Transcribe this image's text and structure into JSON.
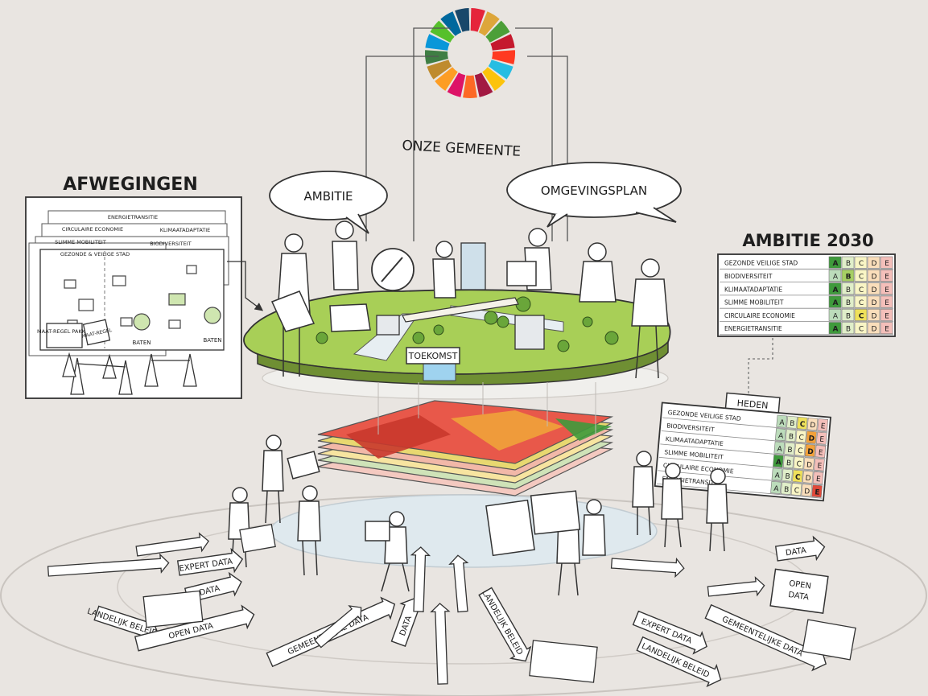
{
  "title": "ONZE GEMEENTE",
  "sdg_colors": [
    "#e5243b",
    "#dda63a",
    "#4c9f38",
    "#c5192d",
    "#ff3a21",
    "#26bde2",
    "#fcc30b",
    "#a21942",
    "#fd6925",
    "#dd1367",
    "#fd9d24",
    "#bf8b2e",
    "#3f7e44",
    "#0a97d9",
    "#56c02b",
    "#00689d",
    "#19486a"
  ],
  "afwegingen": {
    "heading": "AFWEGINGEN",
    "sheet_labels": [
      "ENERGIETRANSITIE",
      "CIRCULAIRE ECONOMIE",
      "SLIMME MOBILITEIT",
      "KLIMAATADAPTATIE",
      "BIODIVERSITEIT",
      "GEZONDE & VEILIGE STAD"
    ],
    "card_1": "MAAT-REGEL PAKKET",
    "card_2": "MAAT-REGEL",
    "baten": "BATEN"
  },
  "bubbles": {
    "ambitie": "AMBITIE",
    "omgevingsplan": "OMGEVINGSPLAN"
  },
  "toekomst_label": "TOEKOMST",
  "grade_letters": [
    "A",
    "B",
    "C",
    "D",
    "E"
  ],
  "ambitie_2030": {
    "heading": "AMBITIE 2030",
    "rows": [
      {
        "label": "GEZONDE VEILIGE STAD",
        "grade": "A"
      },
      {
        "label": "BIODIVERSITEIT",
        "grade": "B"
      },
      {
        "label": "KLIMAATADAPTATIE",
        "grade": "A"
      },
      {
        "label": "SLIMME MOBILITEIT",
        "grade": "A"
      },
      {
        "label": "CIRCULAIRE ECONOMIE",
        "grade": "C"
      },
      {
        "label": "ENERGIETRANSITIE",
        "grade": "A"
      }
    ]
  },
  "heden": {
    "heading": "HEDEN",
    "rows": [
      {
        "label": "GEZONDE VEILIGE STAD",
        "grade": "C"
      },
      {
        "label": "BIODIVERSITEIT",
        "grade": "D"
      },
      {
        "label": "KLIMAATADAPTATIE",
        "grade": "D"
      },
      {
        "label": "SLIMME MOBILITEIT",
        "grade": "A"
      },
      {
        "label": "CIRCULAIRE ECONOMIE",
        "grade": "C"
      },
      {
        "label": "ENERGIETRANSITIE",
        "grade": "E"
      }
    ]
  },
  "grade_colors": {
    "A": "#3f9a3c",
    "B": "#a6cf63",
    "C": "#efe15a",
    "D": "#f2a13b",
    "E": "#e0493a"
  },
  "layer_colors": [
    "#f4c9c0",
    "#cfe3b8",
    "#f7e4a0",
    "#f2b8a8",
    "#e8d870",
    "#e8584a"
  ],
  "arrow_labels": {
    "expert_data_left": "EXPERT DATA",
    "data_left": "DATA",
    "landelijk_beleid_left": "LANDELIJK BELEID",
    "open_data_left": "OPEN DATA",
    "gemeentelijke_data_center": "GEMEENTELIJKE DATA",
    "data_center": "DATA",
    "landelijk_beleid_center": "LANDELIJK BELEID",
    "data_right": "DATA",
    "open_data_right": "OPEN DATA",
    "expert_data_right": "EXPERT DATA",
    "gemeentelijke_data_right": "GEMEENTELIJKE DATA",
    "landelijk_beleid_right": "LANDELIJK BELEID"
  }
}
